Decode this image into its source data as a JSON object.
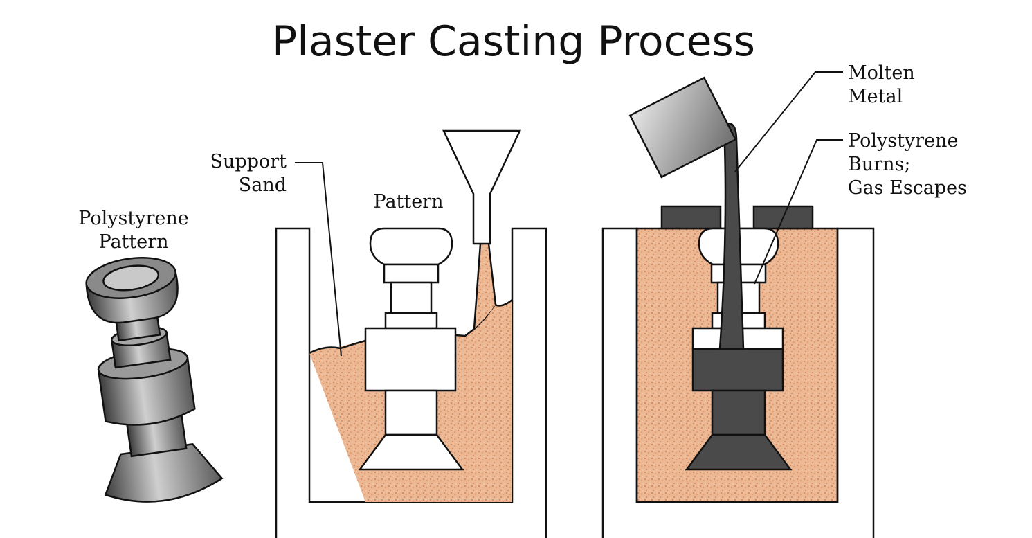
{
  "title": "Plaster Casting Process",
  "labels": {
    "polystyrene_pattern_1": "Polystyrene",
    "polystyrene_pattern_2": "Pattern",
    "support_sand_1": "Support",
    "support_sand_2": "Sand",
    "pattern": "Pattern",
    "molten_metal_1": "Molten",
    "molten_metal_2": "Metal",
    "burns_1": "Polystyrene",
    "burns_2": "Burns;",
    "burns_3": "Gas Escapes"
  },
  "colors": {
    "sand": "#e9b08c",
    "sand_speckle": "#c8693a",
    "metal_dark": "#4a4a4a",
    "outline": "#111111"
  }
}
